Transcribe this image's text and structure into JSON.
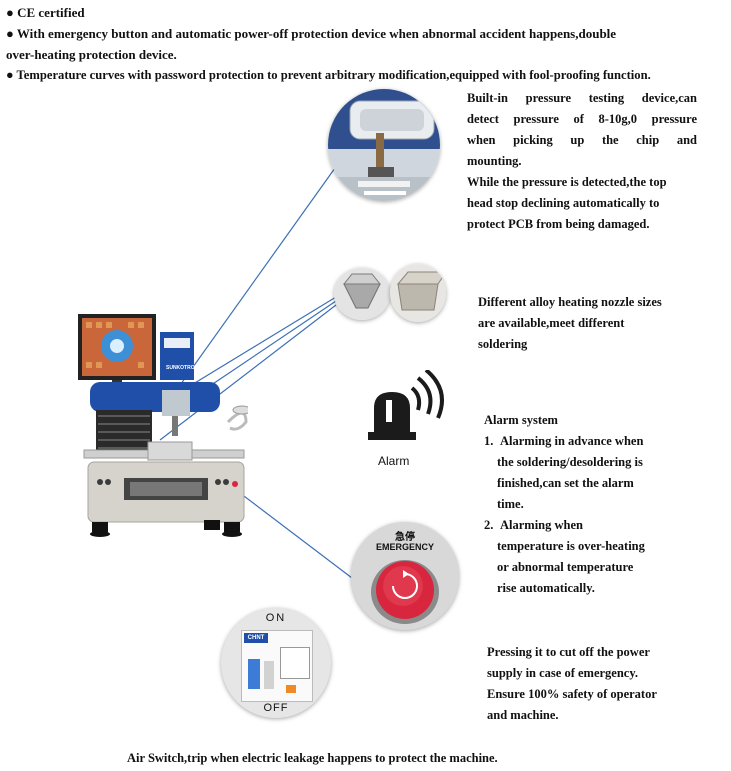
{
  "header": {
    "bullets": [
      "● CE certified",
      "● With emergency button and automatic power-off protection device when abnormal accident happens,double",
      "over-heating protection device.",
      "● Temperature curves with password protection to prevent arbitrary modification,equipped with fool-proofing function."
    ]
  },
  "pressure": {
    "lines_justified": [
      "Built-in pressure testing device,can",
      "detect pressure of 8-10g,0 pressure",
      "when picking up the chip and"
    ],
    "lines": [
      "mounting.",
      "While the pressure is detected,the top",
      "head stop declining automatically to",
      "protect PCB from being damaged."
    ]
  },
  "nozzle": {
    "lines": [
      "Different alloy heating nozzle sizes",
      "are available,meet different",
      "soldering"
    ]
  },
  "alarm_icon": {
    "label": "Alarm"
  },
  "alarm": {
    "title": "Alarm system",
    "items": [
      {
        "num": "1.",
        "lines": [
          "Alarming in advance when",
          "the soldering/desoldering is",
          "finished,can set the alarm",
          "time."
        ]
      },
      {
        "num": "2.",
        "lines": [
          "Alarming when",
          "temperature is over-heating",
          "or abnormal temperature",
          "rise automatically."
        ]
      }
    ]
  },
  "emergency_button": {
    "chinese": "急停",
    "label": "EMERGENCY"
  },
  "emergency": {
    "lines": [
      "Pressing it to cut off the power",
      "supply in case of emergency.",
      "Ensure 100% safety of operator",
      "and machine."
    ]
  },
  "air_switch": {
    "on_label": "ON",
    "off_label": "OFF",
    "brand": "CHNT",
    "caption": "Air Switch,trip when electric leakage happens to protect the machine."
  },
  "machine": {
    "brand": "SUNKOTRONIC"
  },
  "colors": {
    "machine_blue": "#1f4fa8",
    "alarm_red": "#d7263d",
    "leader_line": "#3b6fb6"
  }
}
